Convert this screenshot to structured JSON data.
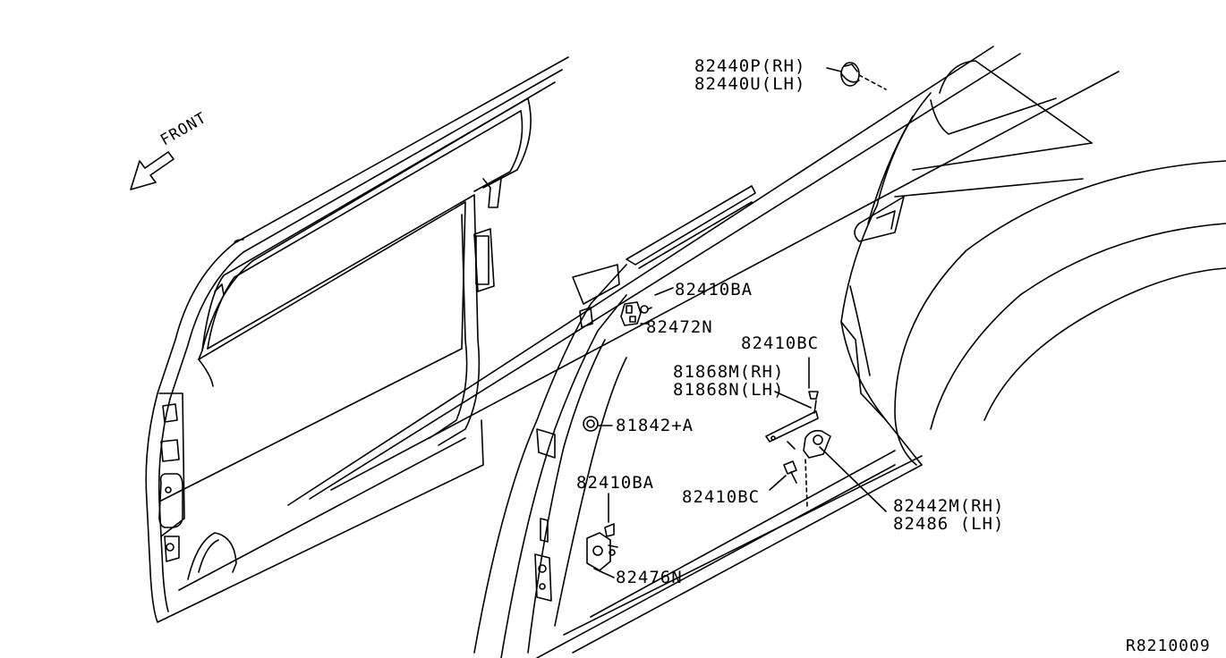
{
  "front_label": "FRONT",
  "diagram_id": "R8210009",
  "parts": {
    "p82440": [
      "82440P(RH)",
      "82440U(LH)"
    ],
    "p82410BA_top": "82410BA",
    "p82472N": "82472N",
    "p82410BC_top": "82410BC",
    "p81868": [
      "81868M(RH)",
      "81868N(LH)"
    ],
    "p81842A": "81842+A",
    "p82410BA_bottom": "82410BA",
    "p82410BC_bottom": "82410BC",
    "p82442": [
      "82442M(RH)",
      "82486 (LH)"
    ],
    "p82476N": "82476N"
  }
}
